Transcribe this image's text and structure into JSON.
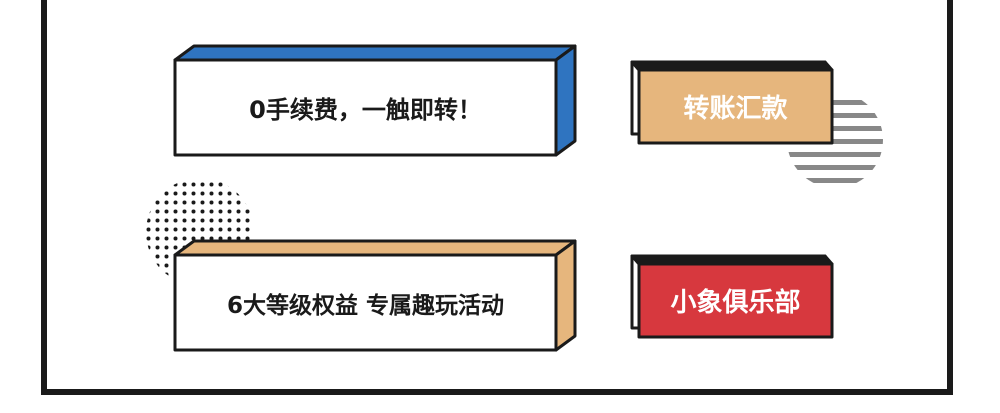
{
  "banners": [
    {
      "text": "0手续费，一触即转！",
      "side_color": "#2f74c0"
    },
    {
      "text": "6大等级权益  专属趣玩活动",
      "side_color": "#e6b67d"
    }
  ],
  "tags": [
    {
      "label": "转账汇款",
      "bg_color": "#e6b67d",
      "text_color": "#ffffff"
    },
    {
      "label": "小象俱乐部",
      "bg_color": "#d7383e",
      "text_color": "#ffffff"
    }
  ],
  "colors": {
    "outline": "#1a1a1a",
    "frame": "#1a1a1a",
    "stripes": "#888888",
    "dots": "#1a1a1a"
  }
}
